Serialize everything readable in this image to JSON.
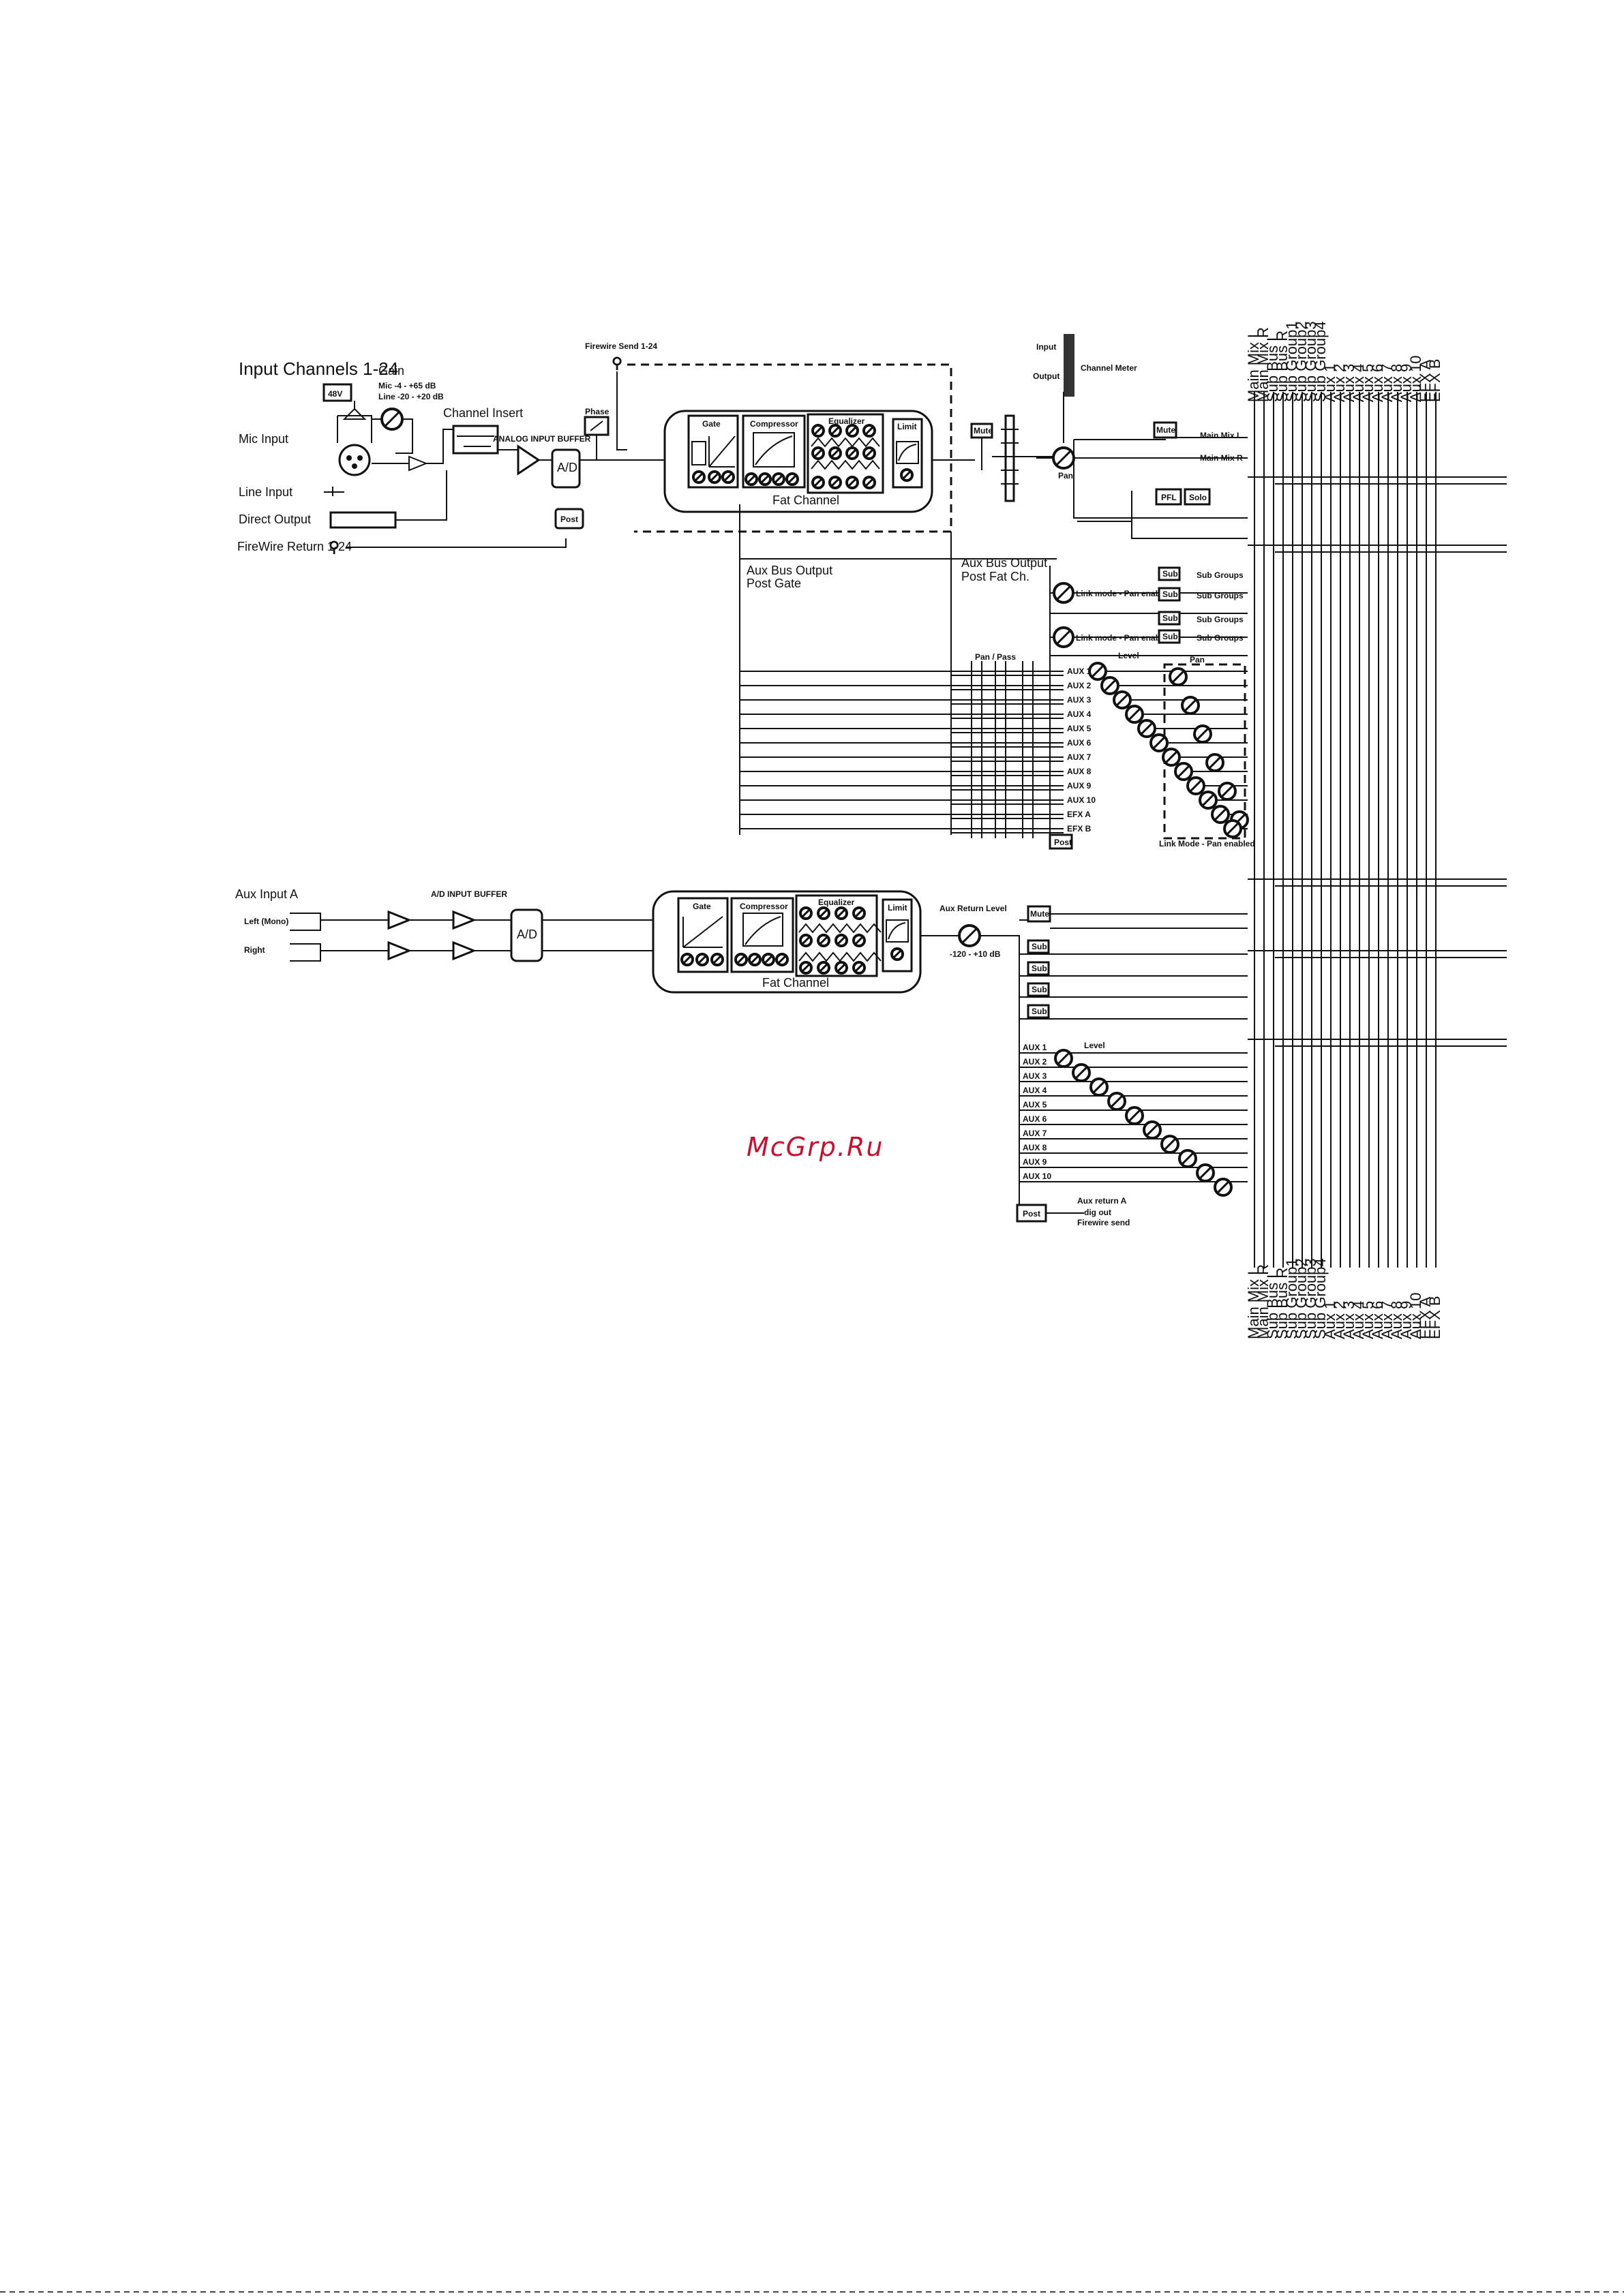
{
  "top": {
    "title": "Input Channels 1-24",
    "gain_title": "Gain",
    "gain_mic": "Mic -4 - +65 dB",
    "gain_line": "Line -20 - +20 dB",
    "phantom": "48V",
    "channel_insert": "Channel Insert",
    "analog_input_buffer": "ANALOG INPUT BUFFER",
    "ad": "A/D",
    "phase": "Phase",
    "post_switch": "Post",
    "firewire_send": "Firewire Send 1-24",
    "meter_input": "Input",
    "meter_output": "Output",
    "channel_meter": "Channel Meter",
    "mic_input": "Mic Input",
    "line_input": "Line Input",
    "direct_output": "Direct Output",
    "firewire_return": "FireWire Return 1-24",
    "aux_bus_output_gate_1": "Aux Bus Output",
    "aux_bus_output_gate_2": "Post Gate",
    "aux_bus_output_fat_1": "Aux Bus Output",
    "aux_bus_output_fat_2": "Post Fat Ch.",
    "pan_pass": "Pan / Pass",
    "pan": "Pan",
    "mute": "Mute",
    "main_mix_l": "Main Mix L",
    "main_mix_r": "Main Mix R",
    "pfl": "PFL",
    "solo": "Solo",
    "sub_group_label": "Sub Groups",
    "sub": "Sub",
    "link_mode": "Link mode - Pan enabled",
    "link_mode_footer": "Link Mode - Pan enabled",
    "level": "Level",
    "aux_rows": [
      "AUX 1",
      "AUX 2",
      "AUX 3",
      "AUX 4",
      "AUX 5",
      "AUX 6",
      "AUX 7",
      "AUX 8",
      "AUX 9",
      "AUX 10",
      "EFX A",
      "EFX B"
    ],
    "post_button": "Post"
  },
  "fat_channel": {
    "title": "Fat Channel",
    "gate": "Gate",
    "compressor": "Compressor",
    "equalizer": "Equalizer",
    "limit": "Limit"
  },
  "bottom": {
    "aux_input": "Aux Input A",
    "left_mono": "Left (Mono)",
    "right": "Right",
    "analog_input_buffer": "A/D INPUT BUFFER",
    "ad": "A/D",
    "aux_return_level": "Aux Return Level",
    "aux_return_range": "-120 - +10 dB",
    "mute": "Mute",
    "sub": "Sub",
    "level": "Level",
    "aux_rows": [
      "AUX 1",
      "AUX 2",
      "AUX 3",
      "AUX 4",
      "AUX 5",
      "AUX 6",
      "AUX 7",
      "AUX 8",
      "AUX 9",
      "AUX 10"
    ],
    "post_button": "Post",
    "aux_return_note_1": "Aux return A",
    "aux_return_note_2": "dig out",
    "aux_return_note_3": "Firewire send"
  },
  "buses": [
    "Main Mix L",
    "Main Mix R",
    "Sub Bus L",
    "Sub Bus R",
    "Sub Group1",
    "Sub Group2",
    "Sub Group3",
    "Sub Group4",
    "Aux 1",
    "Aux 2",
    "Aux 3",
    "Aux 4",
    "Aux 5",
    "Aux 6",
    "Aux 7",
    "Aux 8",
    "Aux 9",
    "Aux 10",
    "EFX A",
    "EFX B"
  ],
  "watermark": "McGrp.Ru",
  "colors": {
    "ink": "#111111",
    "watermark": "#c8102e"
  }
}
